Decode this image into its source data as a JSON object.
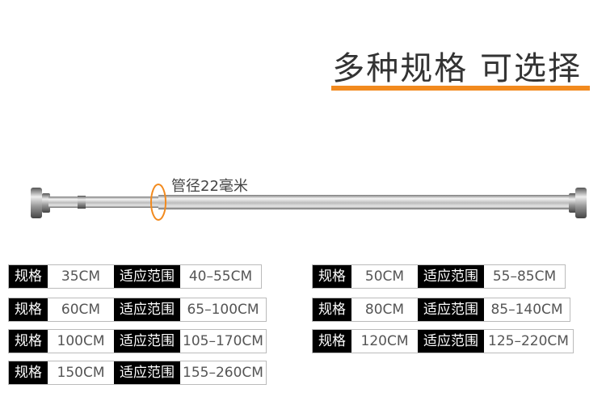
{
  "heading": {
    "title": "多种规格 可选择",
    "accent_color": "#f28a1e"
  },
  "rod": {
    "diameter_label": "管径22毫米",
    "ring_color": "#f28a1e"
  },
  "specs": [
    {
      "key": "规格",
      "size": "35CM",
      "range_key": "适应范围",
      "range": "40–55CM"
    },
    {
      "key": "规格",
      "size": "60CM",
      "range_key": "适应范围",
      "range": "65–100CM"
    },
    {
      "key": "规格",
      "size": "100CM",
      "range_key": "适应范围",
      "range": "105–170CM"
    },
    {
      "key": "规格",
      "size": "150CM",
      "range_key": "适应范围",
      "range": "155–260CM"
    },
    {
      "key": "规格",
      "size": "50CM",
      "range_key": "适应范围",
      "range": "55–85CM"
    },
    {
      "key": "规格",
      "size": "80CM",
      "range_key": "适应范围",
      "range": "85–140CM"
    },
    {
      "key": "规格",
      "size": "120CM",
      "range_key": "适应范围",
      "range": "125–220CM"
    }
  ]
}
